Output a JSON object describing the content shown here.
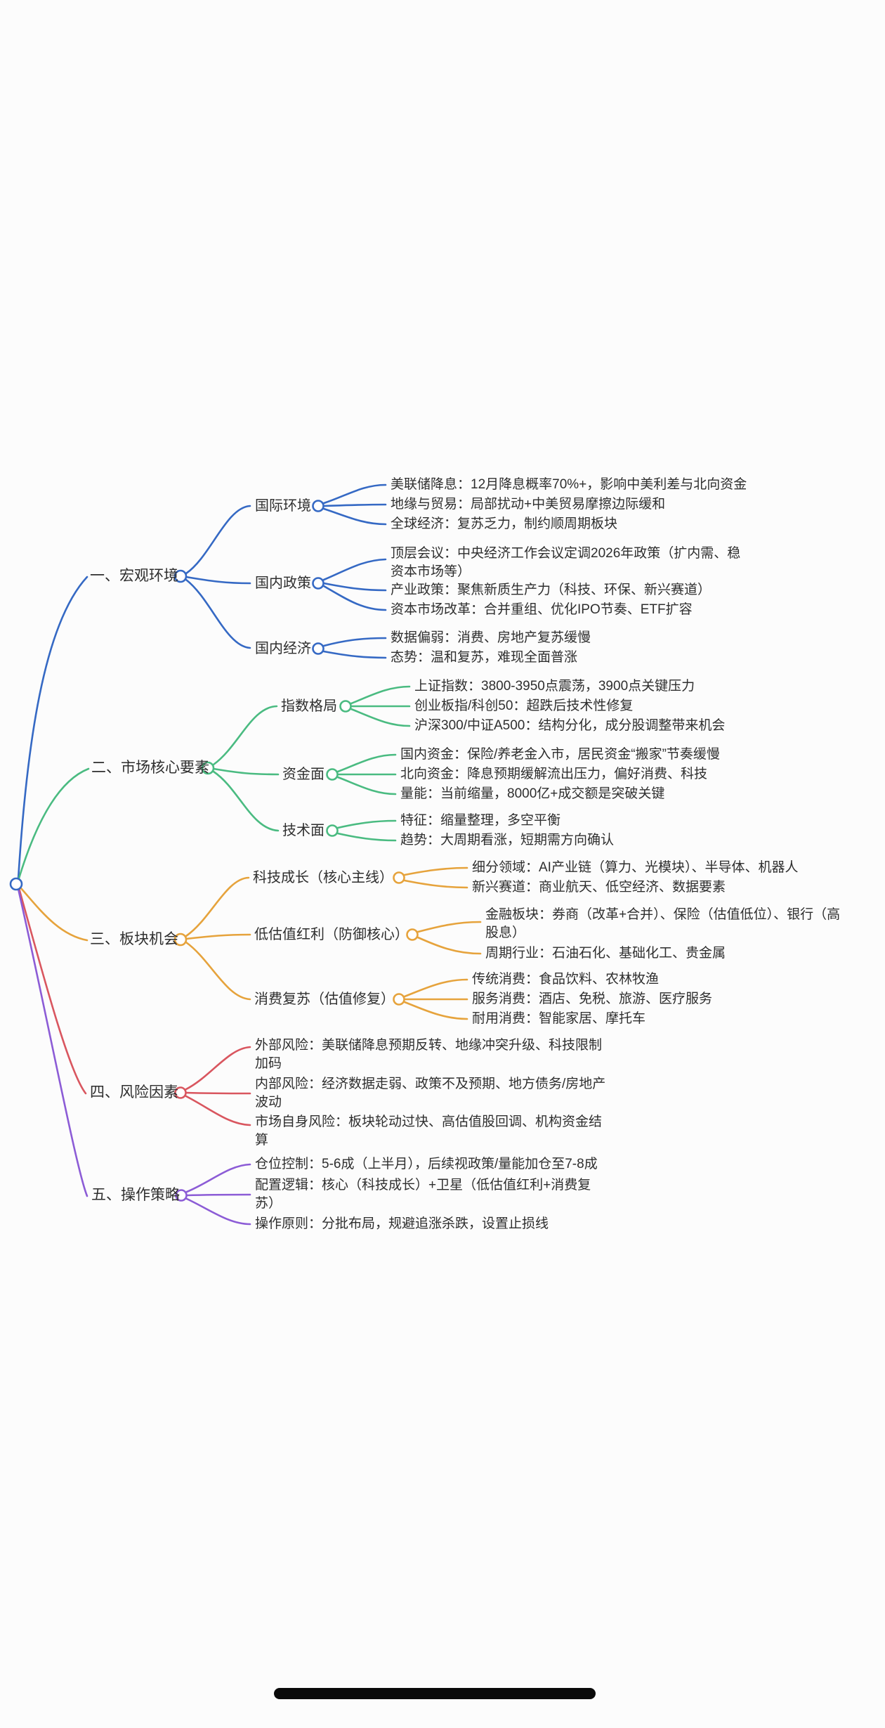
{
  "colors": {
    "branch_macro": "#3569c4",
    "branch_market": "#4abb81",
    "branch_sectors": "#e6a33c",
    "branch_risks": "#d9565f",
    "branch_strategy": "#8c5cd6",
    "text": "#2e2e2e",
    "background": "#fcfcfc"
  },
  "icons": {
    "home_indicator": "ios-home-indicator-bar"
  },
  "branches": [
    {
      "label": "一、宏观环境",
      "children": [
        {
          "label": "国际环境",
          "items": [
            "美联储降息：12月降息概率70%+，影响中美利差与北向资金",
            "地缘与贸易：局部扰动+中美贸易摩擦边际缓和",
            "全球经济：复苏乏力，制约顺周期板块"
          ]
        },
        {
          "label": "国内政策",
          "items": [
            "顶层会议：中央经济工作会议定调2026年政策（扩内需、稳资本市场等）",
            "产业政策：聚焦新质生产力（科技、环保、新兴赛道）",
            "资本市场改革：合并重组、优化IPO节奏、ETF扩容"
          ]
        },
        {
          "label": "国内经济",
          "items": [
            "数据偏弱：消费、房地产复苏缓慢",
            "态势：温和复苏，难现全面普涨"
          ]
        }
      ]
    },
    {
      "label": "二、市场核心要素",
      "children": [
        {
          "label": "指数格局",
          "items": [
            "上证指数：3800-3950点震荡，3900点关键压力",
            "创业板指/科创50：超跌后技术性修复",
            "沪深300/中证A500：结构分化，成分股调整带来机会"
          ]
        },
        {
          "label": "资金面",
          "items": [
            "国内资金：保险/养老金入市，居民资金“搬家”节奏缓慢",
            "北向资金：降息预期缓解流出压力，偏好消费、科技",
            "量能：当前缩量，8000亿+成交额是突破关键"
          ]
        },
        {
          "label": "技术面",
          "items": [
            "特征：缩量整理，多空平衡",
            "趋势：大周期看涨，短期需方向确认"
          ]
        }
      ]
    },
    {
      "label": "三、板块机会",
      "children": [
        {
          "label": "科技成长（核心主线）",
          "items": [
            "细分领域：AI产业链（算力、光模块）、半导体、机器人",
            "新兴赛道：商业航天、低空经济、数据要素"
          ]
        },
        {
          "label": "低估值红利（防御核心）",
          "items": [
            "金融板块：券商（改革+合并）、保险（估值低位）、银行（高股息）",
            "周期行业：石油石化、基础化工、贵金属"
          ]
        },
        {
          "label": "消费复苏（估值修复）",
          "items": [
            "传统消费：食品饮料、农林牧渔",
            "服务消费：酒店、免税、旅游、医疗服务",
            "耐用消费：智能家居、摩托车"
          ]
        }
      ]
    },
    {
      "label": "四、风险因素",
      "items": [
        "外部风险：美联储降息预期反转、地缘冲突升级、科技限制加码",
        "内部风险：经济数据走弱、政策不及预期、地方债务/房地产波动",
        "市场自身风险：板块轮动过快、高估值股回调、机构资金结算"
      ]
    },
    {
      "label": "五、操作策略",
      "items": [
        "仓位控制：5-6成（上半月），后续视政策/量能加仓至7-8成",
        "配置逻辑：核心（科技成长）+卫星（低估值红利+消费复苏）",
        "操作原则：分批布局，规避追涨杀跌，设置止损线"
      ]
    }
  ]
}
